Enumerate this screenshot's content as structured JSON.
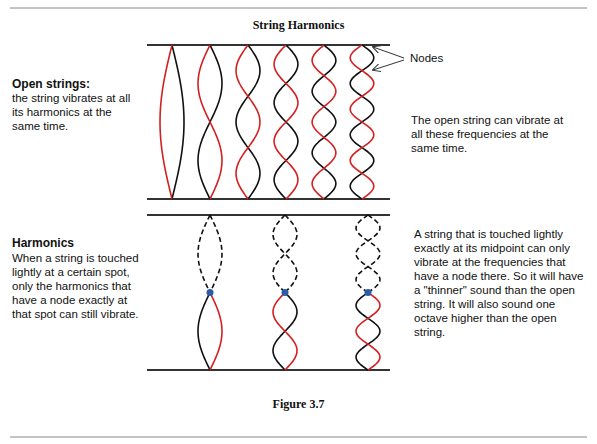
{
  "diagram": {
    "title": "String Harmonics",
    "caption": "Figure 3.7",
    "labels": [
      "Open strings:",
      "the string vibrates at all its harmonics at the same time.",
      "Nodes",
      "The open string can vibrate at all these frequencies at the same time.",
      "Harmonics",
      "When a string is touched lightly at a certain spot, only the harmonics that have a node exactly at that spot can still vibrate.",
      "A string that is touched lightly exactly at its midpoint can only vibrate at the frequencies that have a node there. So it will have a \"thinner\" sound than the open string. It will also sound one octave higher than the open string."
    ]
  }
}
